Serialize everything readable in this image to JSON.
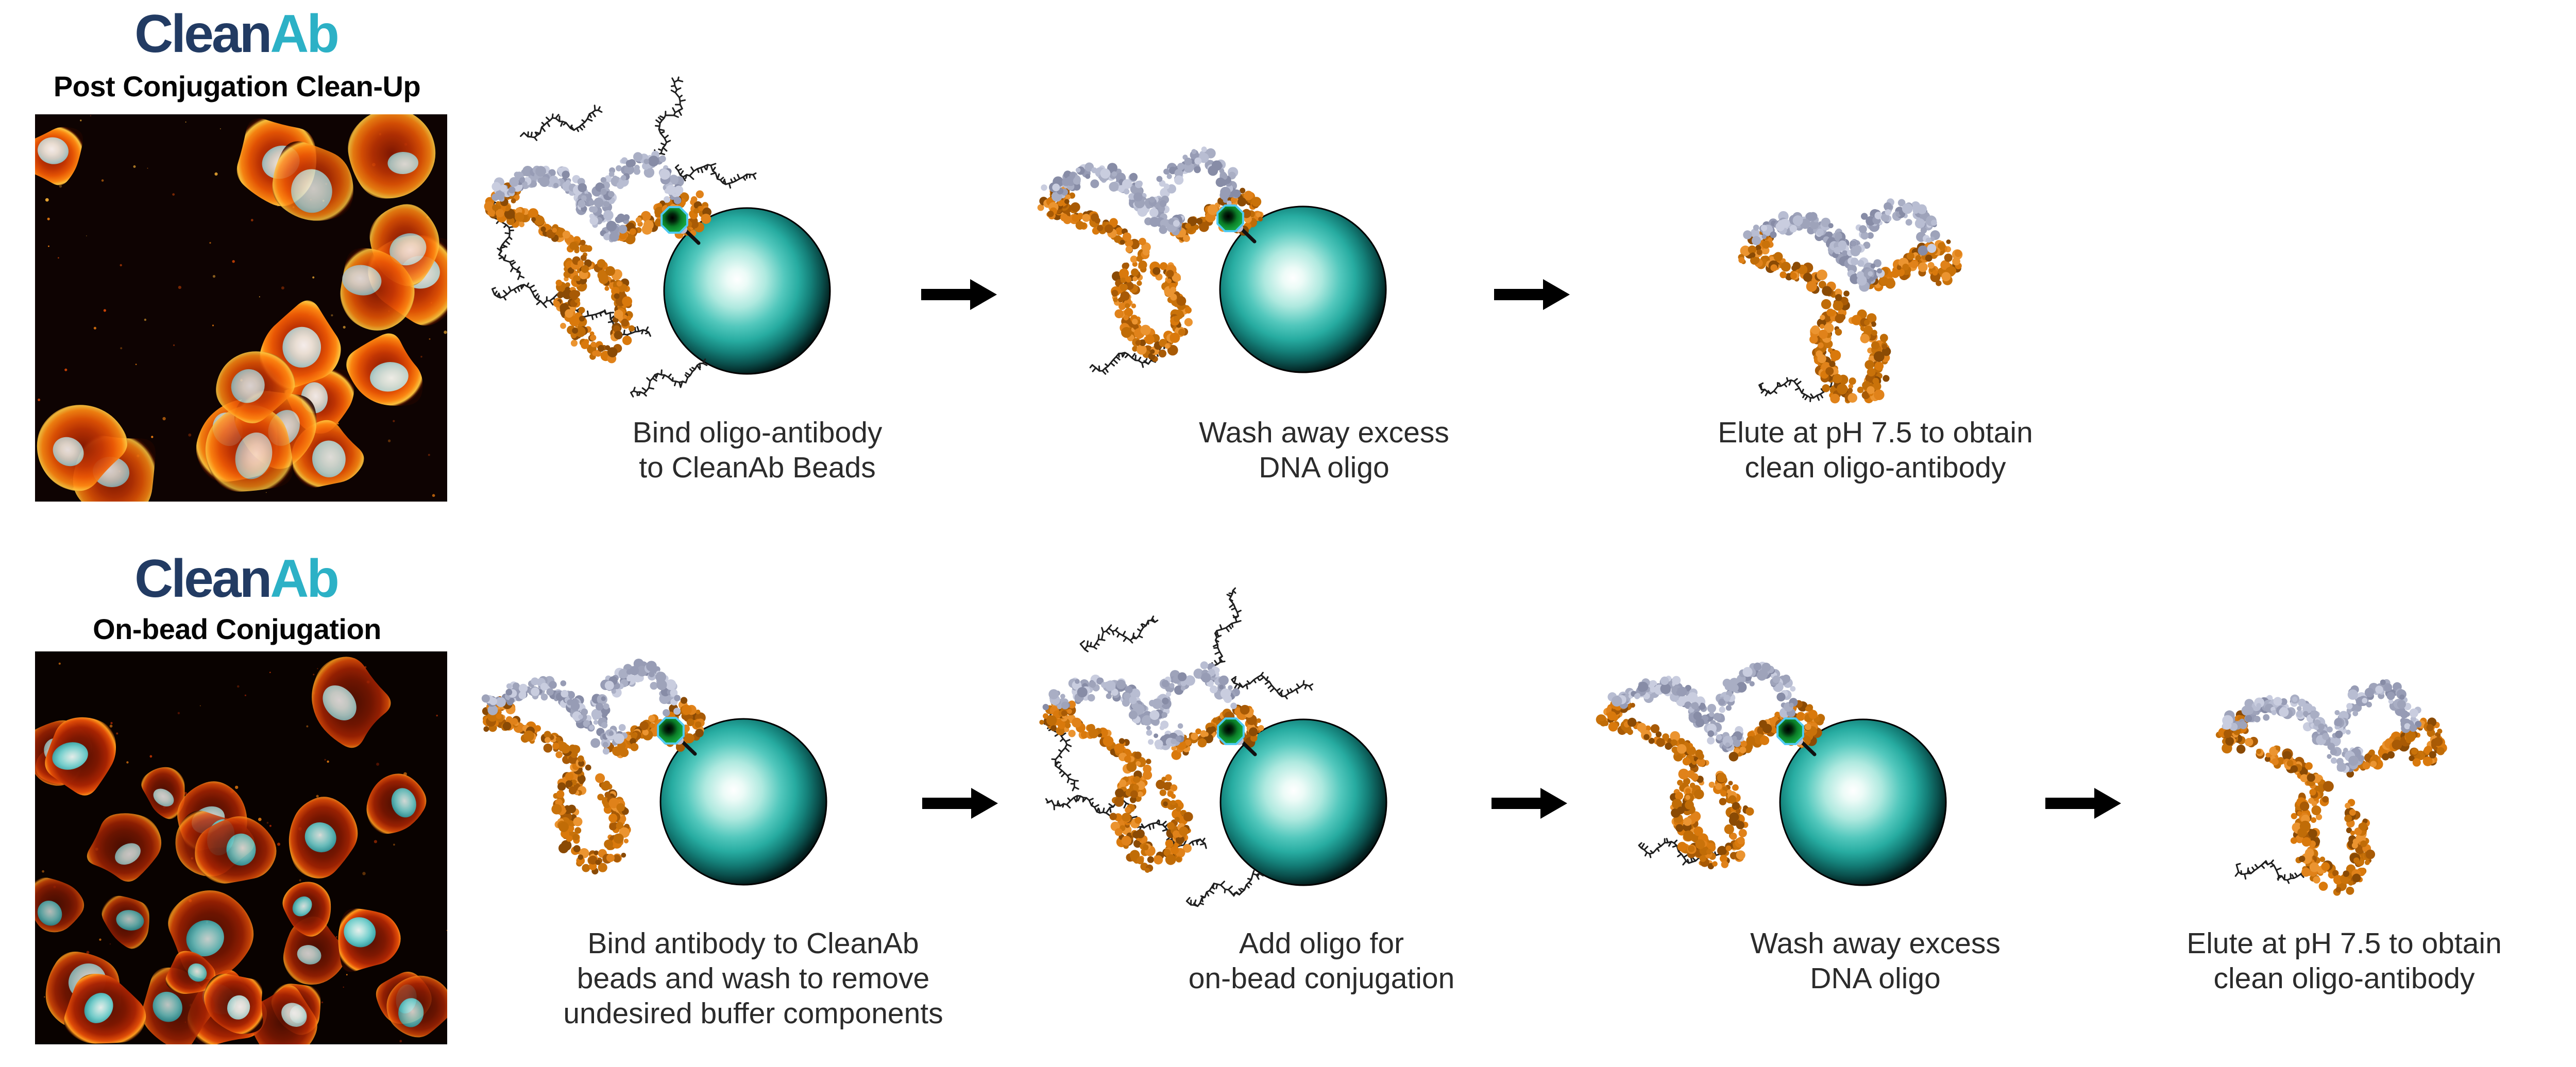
{
  "figure": {
    "rows": [
      {
        "brand_clean": "Clean",
        "brand_ab": "Ab",
        "subtitle": "Post Conjugation Clean-Up",
        "steps": [
          {
            "caption": "Bind oligo-antibody\nto CleanAb Beads"
          },
          {
            "caption": "Wash away excess\nDNA oligo"
          },
          {
            "caption": "Elute at pH 7.5 to obtain\nclean oligo-antibody"
          }
        ]
      },
      {
        "brand_clean": "Clean",
        "brand_ab": "Ab",
        "subtitle": "On-bead Conjugation",
        "steps": [
          {
            "caption": "Bind antibody to CleanAb\nbeads and wash to remove\nundesired buffer components"
          },
          {
            "caption": "Add oligo for\non-bead conjugation"
          },
          {
            "caption": "Wash away excess\nDNA oligo"
          },
          {
            "caption": "Elute at pH 7.5 to obtain\nclean oligo-antibody"
          }
        ]
      }
    ],
    "colors": {
      "brand_navy": "#223b63",
      "brand_teal": "#2cb1c6",
      "bead_teal": "#2fb5ab",
      "tag_green": "#1cab45",
      "tag_outline": "#4ec9f4",
      "antibody_orange": "#d9790c",
      "antibody_gray": "#aeb3c9",
      "oligo_black": "#1f1f1f",
      "caption_text": "#2b2b2b",
      "arrow_black": "#000000"
    }
  }
}
